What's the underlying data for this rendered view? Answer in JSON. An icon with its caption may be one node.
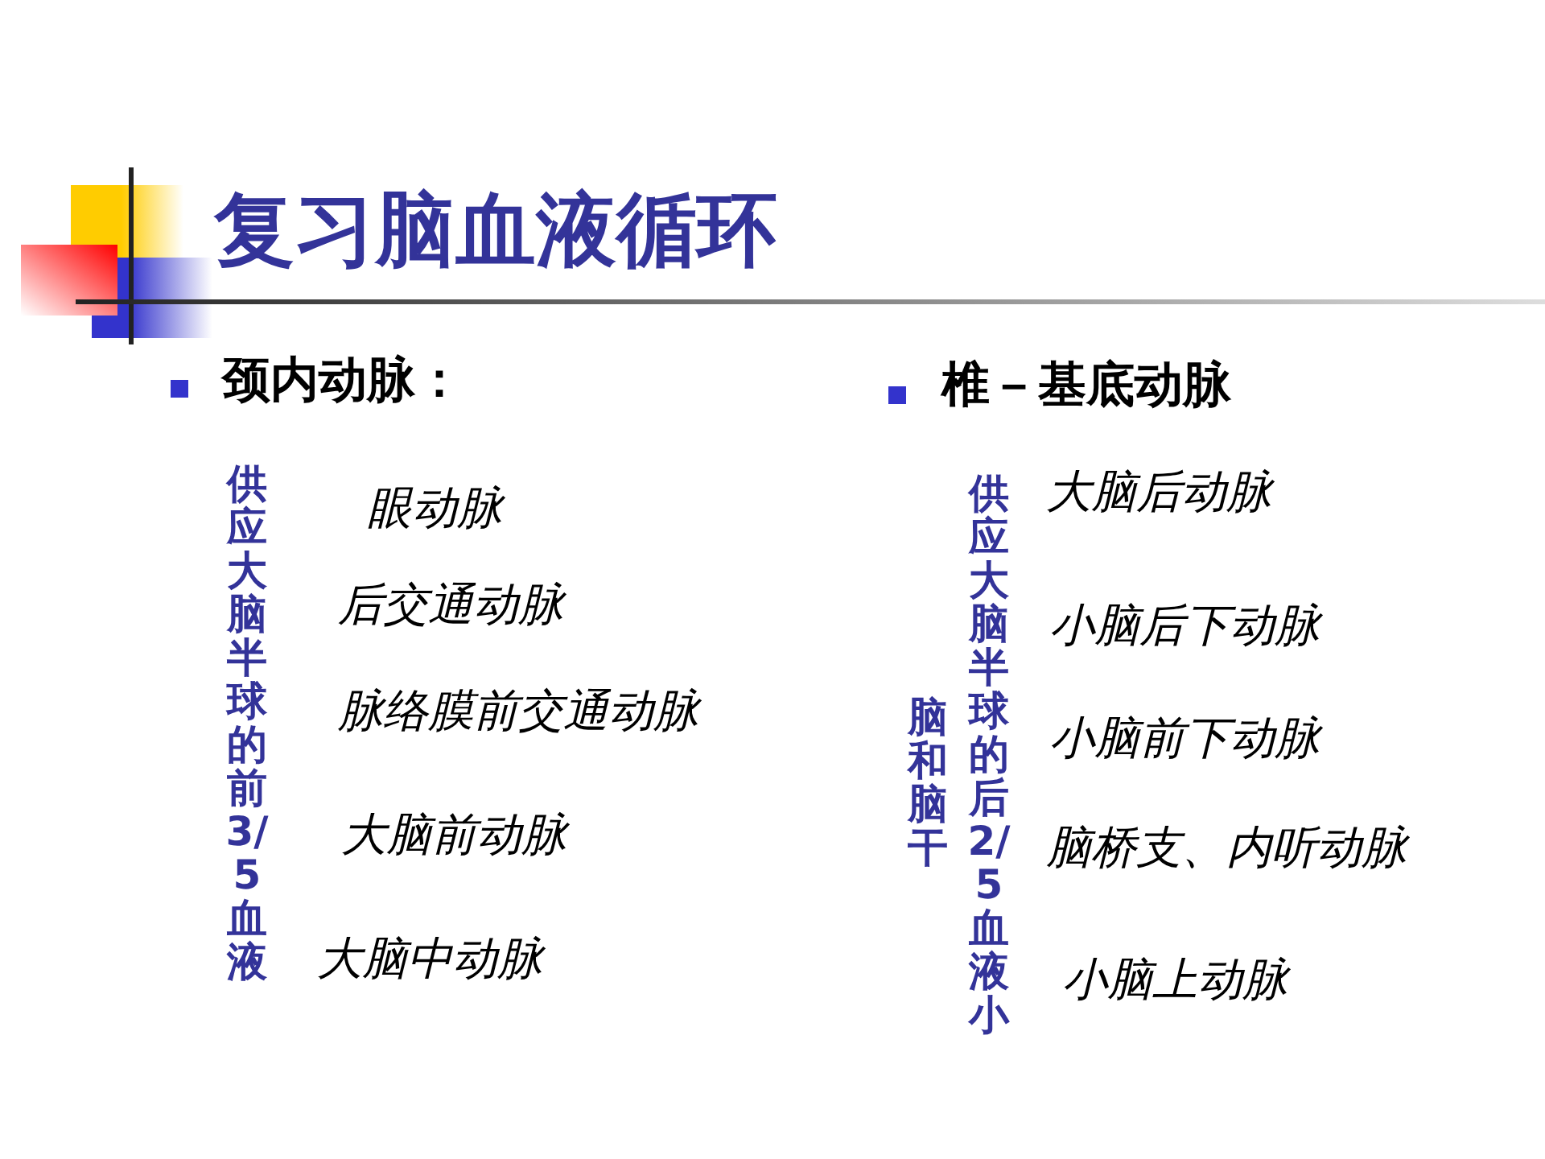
{
  "diagram": {
    "title": "复习脑血液循环",
    "labels": [
      "颈内动脉：",
      "椎－基底动脉",
      "供应大脑半球的前3/5血液",
      "眼动脉",
      "后交通动脉",
      "脉络膜前交通动脉",
      "大脑前动脉",
      "大脑中动脉",
      "供应大脑半球的后2/5血液小",
      "脑和脑干",
      "大脑后动脉",
      "小脑后下动脉",
      "小脑前下动脉",
      "脑桥支、内听动脉",
      "小脑上动脉"
    ]
  }
}
